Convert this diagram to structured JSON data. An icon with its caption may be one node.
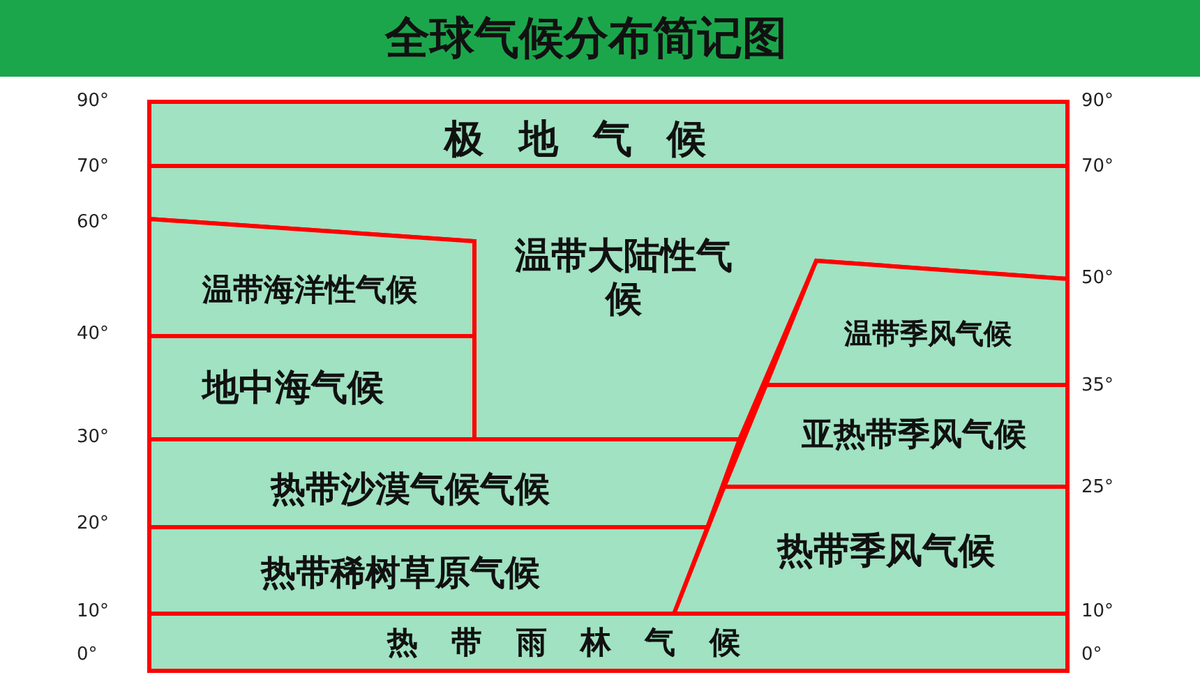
{
  "diagram": {
    "title": "全球气候分布简记图",
    "nodes": [
      {
        "text": [
          "极地气候"
        ]
      },
      {
        "text": [
          "温带大陆性气候"
        ]
      },
      {
        "text": [
          "温带海洋性气候"
        ]
      },
      {
        "text": [
          "地中海气候"
        ]
      },
      {
        "text": [
          "温带季风气候"
        ]
      },
      {
        "text": [
          "亚热带季风气候"
        ]
      },
      {
        "text": [
          "热带沙漠气候气候"
        ]
      },
      {
        "text": [
          "热带季风气候"
        ]
      },
      {
        "text": [
          "热带稀树草原气候"
        ]
      },
      {
        "text": [
          "热带雨林气候"
        ]
      }
    ],
    "edges": [],
    "labels": [
      "90°",
      "90°",
      "70°",
      "70°",
      "60°",
      "50°",
      "40°",
      "35°",
      "30°",
      "25°",
      "20°",
      "10°",
      "10°",
      "0°",
      "0°"
    ]
  }
}
